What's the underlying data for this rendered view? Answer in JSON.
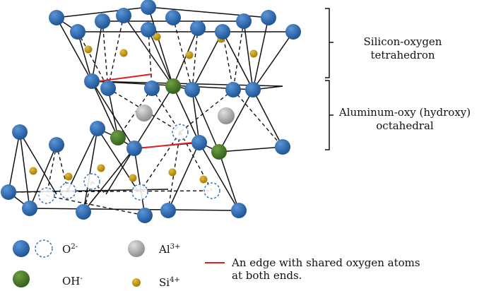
{
  "labels": {
    "tetrahedron_line1": "Silicon-oxygen",
    "tetrahedron_line2": "tetrahedron",
    "octahedral_line1": "Aluminum-oxy (hydroxy)",
    "octahedral_line2": "octahedral"
  },
  "legend": {
    "oxygen_base": "O",
    "oxygen_charge": "2-",
    "aluminum_base": "Al",
    "aluminum_charge": "3+",
    "hydroxyl_base": "OH",
    "hydroxyl_charge": "-",
    "silicon_base": "Si",
    "silicon_charge": "4+",
    "shared_edge_line1": "An edge with shared oxygen atoms",
    "shared_edge_line2": "at both ends."
  },
  "colors": {
    "oxygen": "#2f6db5",
    "hydroxyl": "#4a7a2a",
    "aluminum": "#a9a9a9",
    "silicon": "#c49a14",
    "shared_edge": "#e02020",
    "bond": "#111111"
  }
}
